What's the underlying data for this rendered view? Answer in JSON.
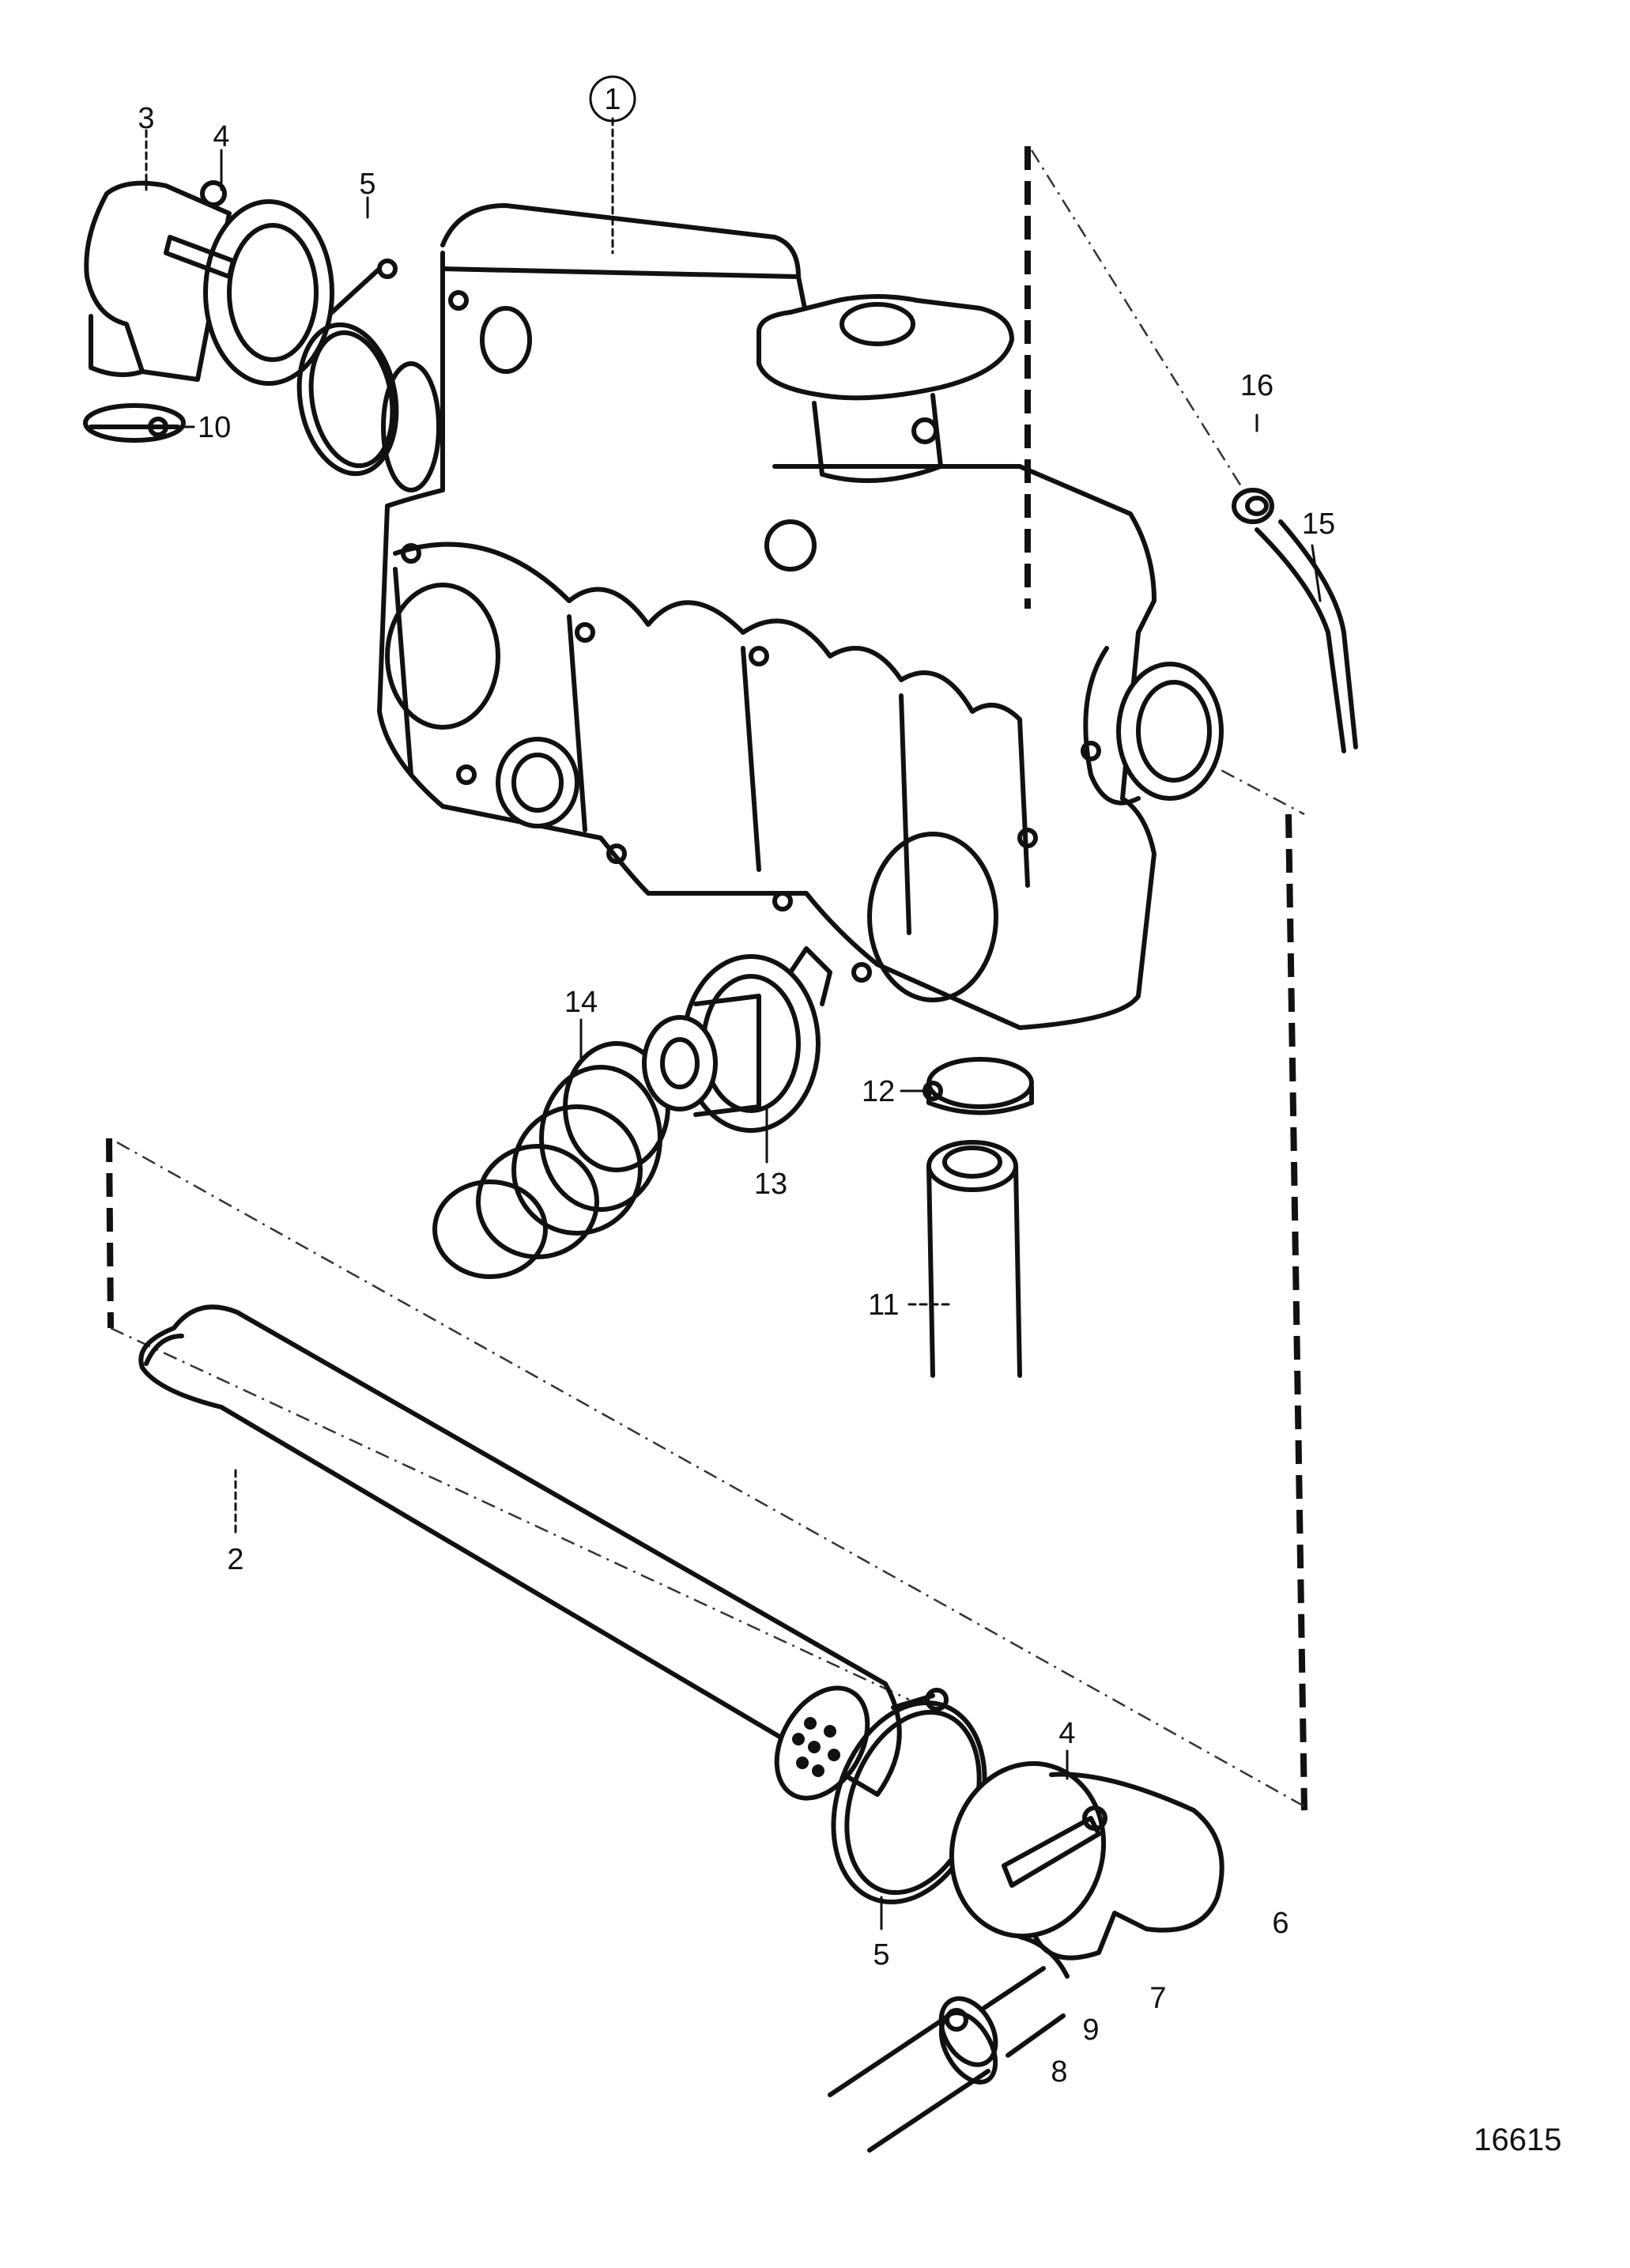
{
  "figure_number": "16615",
  "callouts": {
    "c1": "1",
    "c2": "2",
    "c3": "3",
    "c4_top": "4",
    "c4_bottom": "4",
    "c5_top": "5",
    "c5_bottom": "5",
    "c6": "6",
    "c7": "7",
    "c8": "8",
    "c9": "9",
    "c10": "10",
    "c11": "11",
    "c12": "12",
    "c13": "13",
    "c14": "14",
    "c15": "15",
    "c16": "16"
  }
}
